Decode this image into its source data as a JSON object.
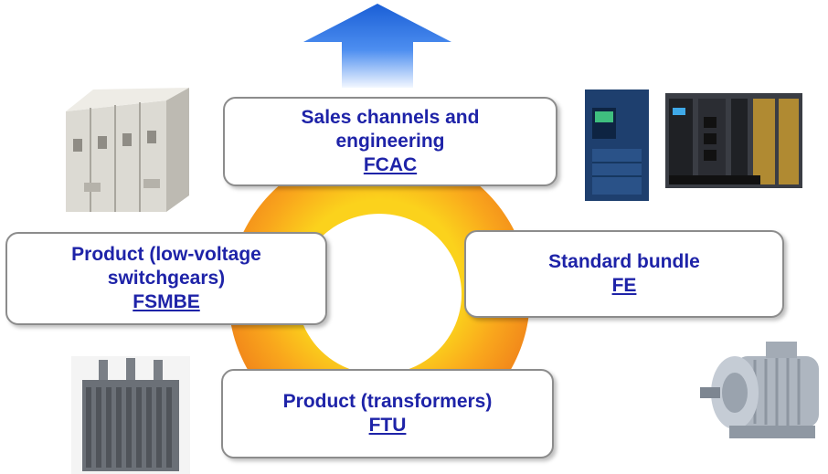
{
  "arrow": {
    "color_top": "#1a5fd6",
    "color_bottom": "#e6f0ff"
  },
  "ring": {
    "color_outer": "#f08a1c",
    "color_inner": "#f7c21a"
  },
  "nodes": [
    {
      "id": "sales",
      "title_line1": "Sales channels and",
      "title_line2": "engineering",
      "link": "FCAC"
    },
    {
      "id": "lowvoltage",
      "title_line1": "Product (low-voltage",
      "title_line2": "switchgears)",
      "link": "FSMBE"
    },
    {
      "id": "standard",
      "title_line1": "Standard bundle",
      "link": "FE"
    },
    {
      "id": "transformers",
      "title_line1": "Product (transformers)",
      "link": "FTU"
    }
  ],
  "text_color": "#1e23a8",
  "images": {
    "switchgear": "switchgear-cabinet-illustration",
    "drives": "inverter-and-controller-illustration",
    "transformer": "transformer-illustration",
    "motor": "electric-motor-illustration"
  }
}
